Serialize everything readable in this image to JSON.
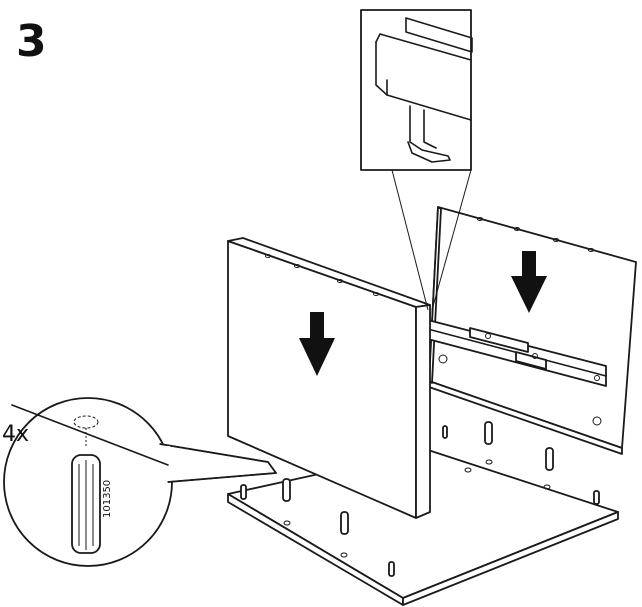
{
  "step": {
    "number": "3"
  },
  "detail_callout": {
    "quantity": "4x",
    "part_code": "101350"
  },
  "colors": {
    "ink": "#1a1a1a",
    "background": "#ffffff",
    "arrow": "#111111"
  },
  "icons": [
    "down-arrow-icon",
    "wooden-dowel-icon"
  ]
}
